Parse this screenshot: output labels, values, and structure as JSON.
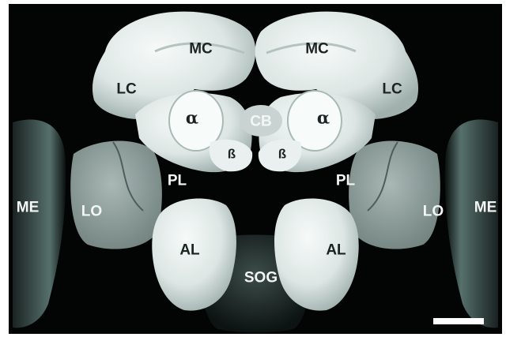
{
  "figure": {
    "labels": {
      "mc_left": "MC",
      "mc_right": "MC",
      "lc_left": "LC",
      "lc_right": "LC",
      "alpha_left": "α",
      "alpha_right": "α",
      "cb": "CB",
      "beta_left": "ß",
      "beta_right": "ß",
      "pl_left": "PL",
      "pl_right": "PL",
      "me_left": "ME",
      "me_right": "ME",
      "lo_left": "LO",
      "lo_right": "LO",
      "al_left": "AL",
      "al_right": "AL",
      "sog": "SOG"
    },
    "colors": {
      "background": "#030505",
      "surface": "#e3ebe9",
      "surface_shadow": "#9fb0ad",
      "lobe": "#8fa09d",
      "medulla": "#3f4d4b",
      "label": "#f4f6f5",
      "scale_bar": "#ffffff"
    }
  }
}
